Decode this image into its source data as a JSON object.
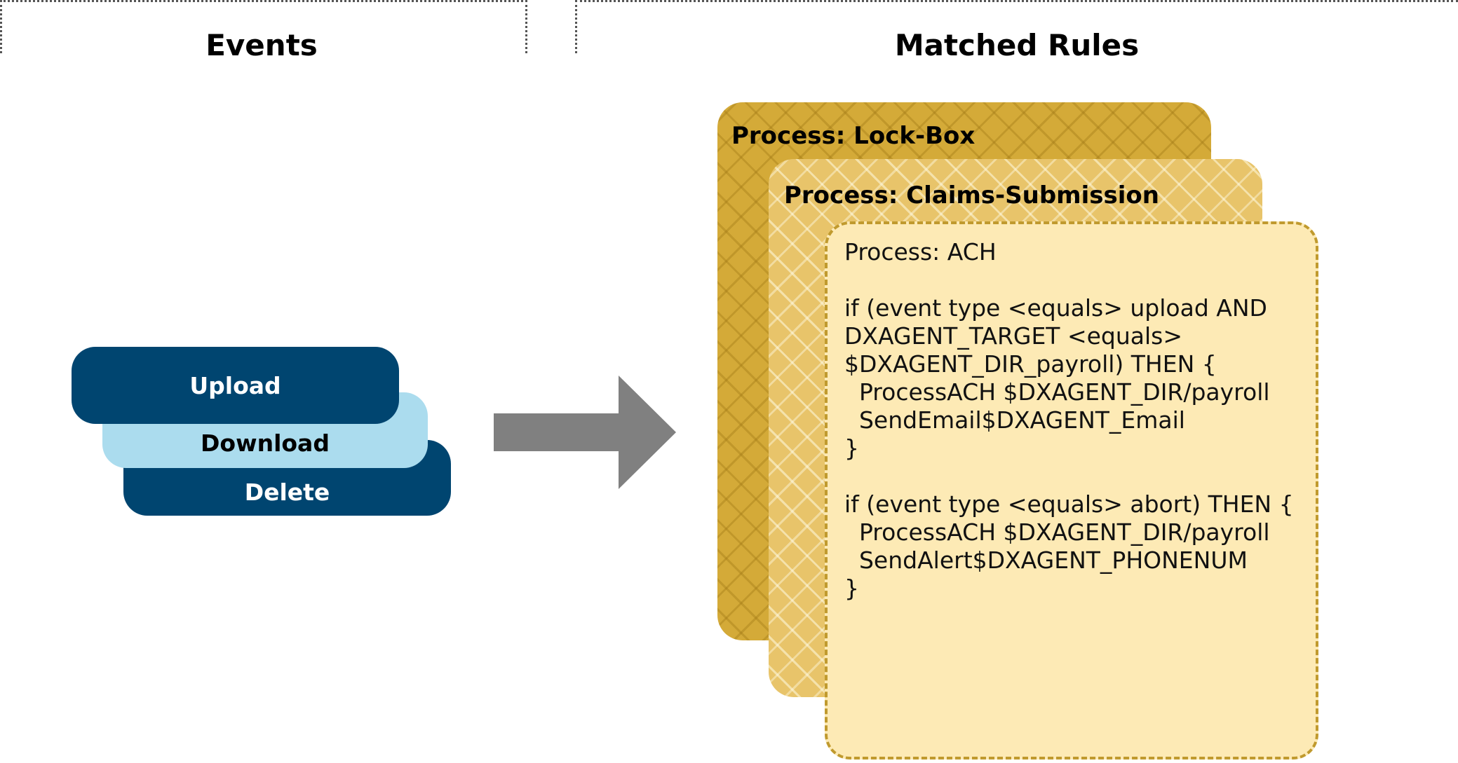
{
  "headers": {
    "events": "Events",
    "matched_rules": "Matched Rules"
  },
  "events": [
    {
      "label": "Upload",
      "color": "#004570",
      "text_color": "#ffffff"
    },
    {
      "label": "Download",
      "color": "#abdcee",
      "text_color": "#000000"
    },
    {
      "label": "Delete",
      "color": "#004570",
      "text_color": "#ffffff"
    }
  ],
  "arrow_color": "#808080",
  "rules": [
    {
      "title": "Process: Lock-Box",
      "color": "#d4aa38"
    },
    {
      "title": "Process: Claims-Submission",
      "color": "#e8c46a"
    },
    {
      "title": "Process: ACH",
      "color": "#fdeab5",
      "border_color": "#c09a2e",
      "lines": [
        "Process: ACH",
        "",
        "if (event type <equals> upload AND",
        "DXAGENT_TARGET <equals>",
        "$DXAGENT_DIR_payroll) THEN {",
        "  ProcessACH $DXAGENT_DIR/payroll",
        "  SendEmail$DXAGENT_Email",
        "}",
        "",
        "if (event type <equals> abort) THEN {",
        "  ProcessACH $DXAGENT_DIR/payroll",
        "  SendAlert$DXAGENT_PHONENUM",
        "}"
      ]
    }
  ]
}
